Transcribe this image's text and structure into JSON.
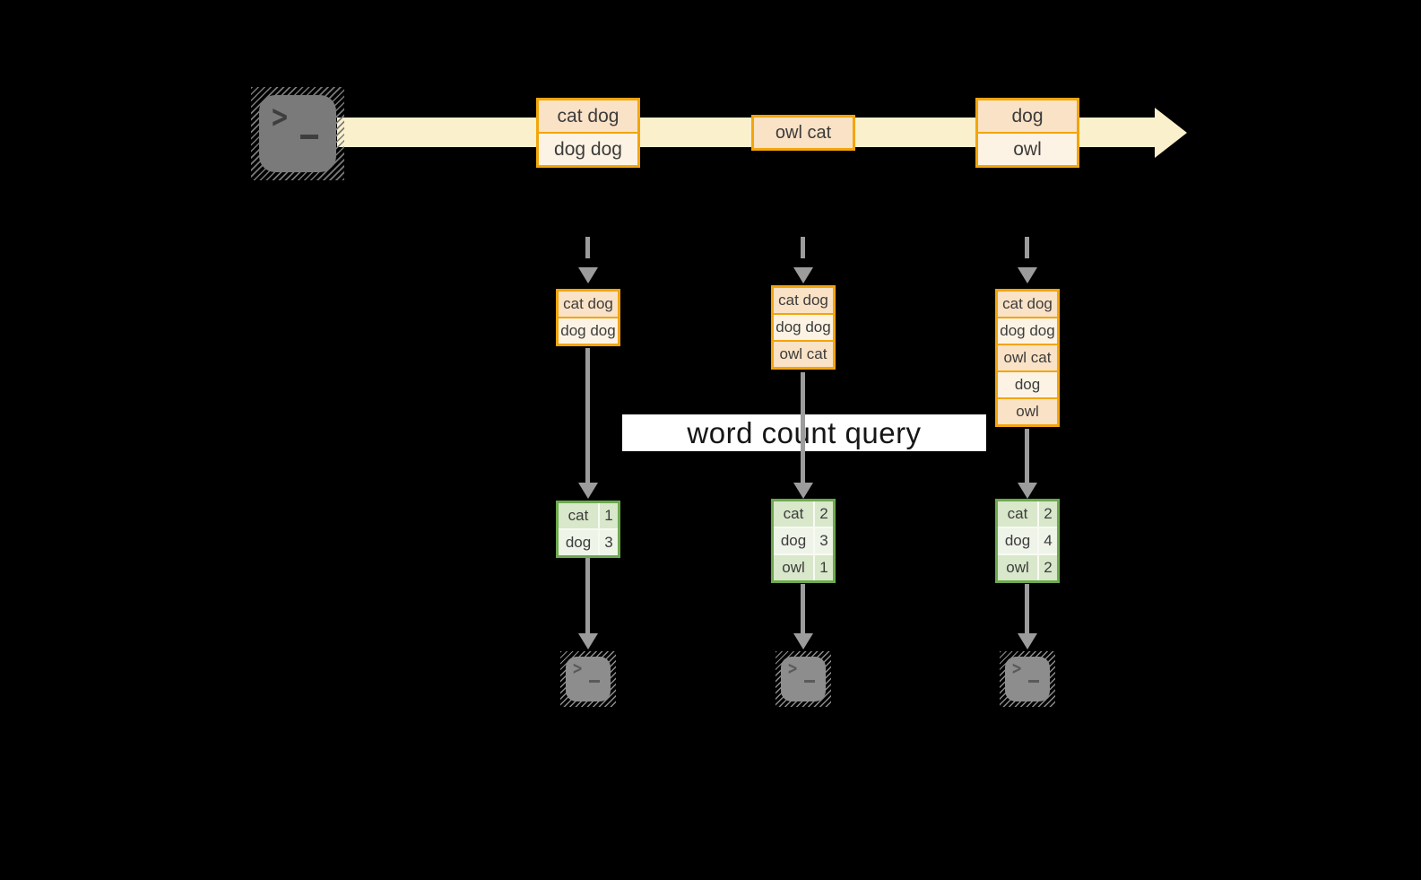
{
  "colors": {
    "background": "#000000",
    "stream_band": "#FAF0CC",
    "record_border": "#F2A50C",
    "record_fill_dark": "#FAE2C6",
    "record_fill_light": "#FDF3E4",
    "table_border": "#6DA94E",
    "table_row_dark": "#D9E7CB",
    "table_row_light": "#EEF4E8",
    "arrow_gray": "#9C9C9C",
    "terminal_gray": "#7A7A7A"
  },
  "stream": {
    "source_icon": "terminal-icon",
    "records": [
      {
        "lines": [
          "cat dog",
          "dog dog"
        ]
      },
      {
        "lines": [
          "owl cat"
        ]
      },
      {
        "lines": [
          "dog",
          "owl"
        ]
      }
    ]
  },
  "query": {
    "label": "word count query"
  },
  "operators": [
    {
      "buffer": [
        "cat dog",
        "dog dog"
      ],
      "counts": [
        [
          "cat",
          "1"
        ],
        [
          "dog",
          "3"
        ]
      ],
      "sink_icon": "terminal-icon"
    },
    {
      "buffer": [
        "cat dog",
        "dog dog",
        "owl cat"
      ],
      "counts": [
        [
          "cat",
          "2"
        ],
        [
          "dog",
          "3"
        ],
        [
          "owl",
          "1"
        ]
      ],
      "sink_icon": "terminal-icon"
    },
    {
      "buffer": [
        "cat dog",
        "dog dog",
        "owl cat",
        "dog",
        "owl"
      ],
      "counts": [
        [
          "cat",
          "2"
        ],
        [
          "dog",
          "4"
        ],
        [
          "owl",
          "2"
        ]
      ],
      "sink_icon": "terminal-icon"
    }
  ]
}
